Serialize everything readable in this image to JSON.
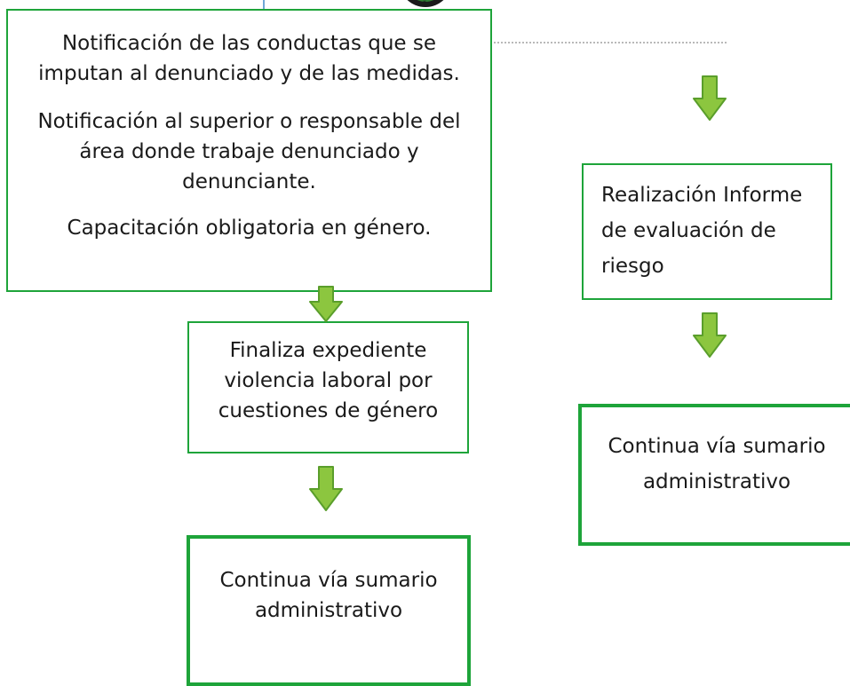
{
  "boxes": {
    "notification": {
      "lines": [
        "Notificación de las conductas que se imputan al denunciado y de las medidas.",
        "Notificación al superior o responsable del área donde trabaje denunciado y denunciante.",
        "Capacitación obligatoria en género."
      ]
    },
    "finaliza": {
      "text": "Finaliza expediente violencia laboral por cuestiones de género"
    },
    "continua_left": {
      "text": "Continua vía sumario administrativo"
    },
    "informe": {
      "text": "Realización Informe de evaluación de riesgo"
    },
    "continua_right": {
      "text": "Continua vía sumario administrativo"
    }
  },
  "colors": {
    "box_border": "#1ea43a",
    "arrow_fill": "#8cc63f",
    "arrow_stroke": "#5a9e2b",
    "dotted_line": "#b9b9b9"
  },
  "icons": {
    "arrow": "down-arrow-icon",
    "emblem": "circle-emblem-icon"
  }
}
